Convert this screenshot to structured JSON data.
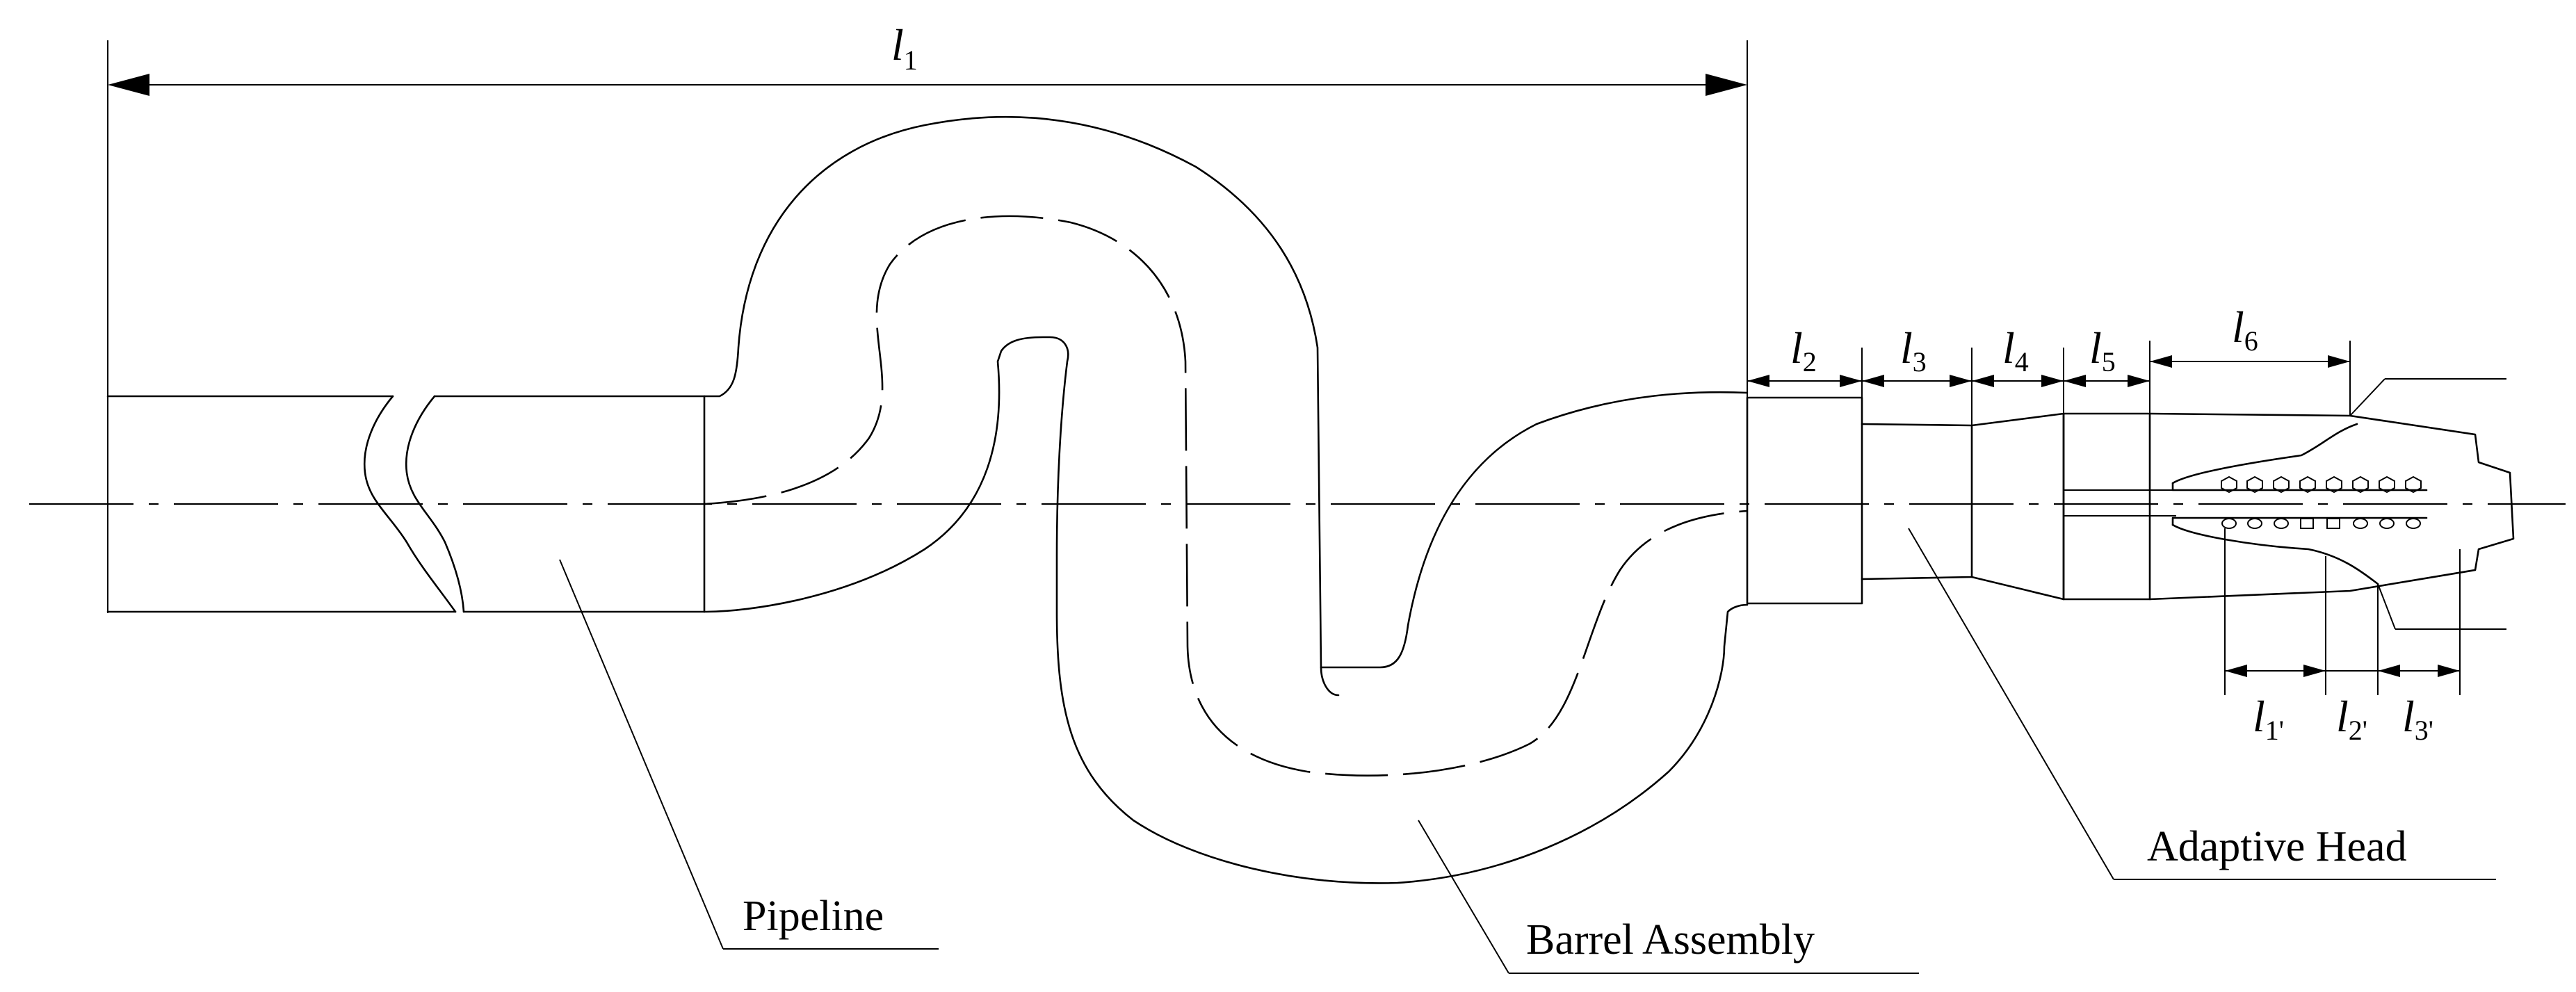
{
  "labels": {
    "pipeline": "Pipeline",
    "barrel_assembly": "Barrel Assembly",
    "adaptive_head": "Adaptive Head"
  },
  "dimensions": {
    "l1": {
      "symbol": "l",
      "index": "1"
    },
    "l2": {
      "symbol": "l",
      "index": "2"
    },
    "l3": {
      "symbol": "l",
      "index": "3"
    },
    "l4": {
      "symbol": "l",
      "index": "4"
    },
    "l5": {
      "symbol": "l",
      "index": "5"
    },
    "l6": {
      "symbol": "l",
      "index": "6"
    },
    "l1p": {
      "symbol": "l",
      "index": "1'"
    },
    "l2p": {
      "symbol": "l",
      "index": "2'"
    },
    "l3p": {
      "symbol": "l",
      "index": "3'"
    }
  }
}
